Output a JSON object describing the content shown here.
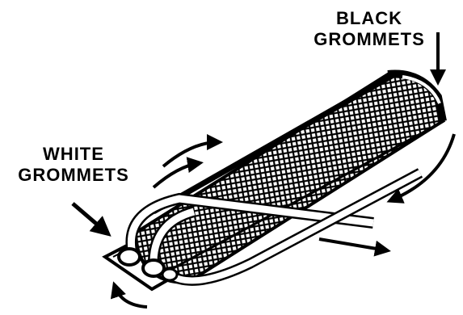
{
  "labels": {
    "black_grommets": {
      "line1": "BLACK",
      "line2": "GROMMETS"
    },
    "white_grommets": {
      "line1": "WHITE",
      "line2": "GROMMETS"
    }
  },
  "colors": {
    "ink": "#000000",
    "paper": "#ffffff"
  },
  "icons": [
    "black-grommets-pointer-arrow",
    "white-grommets-pointer-arrow",
    "wrap-direction-arrow",
    "pull-direction-arrow"
  ]
}
